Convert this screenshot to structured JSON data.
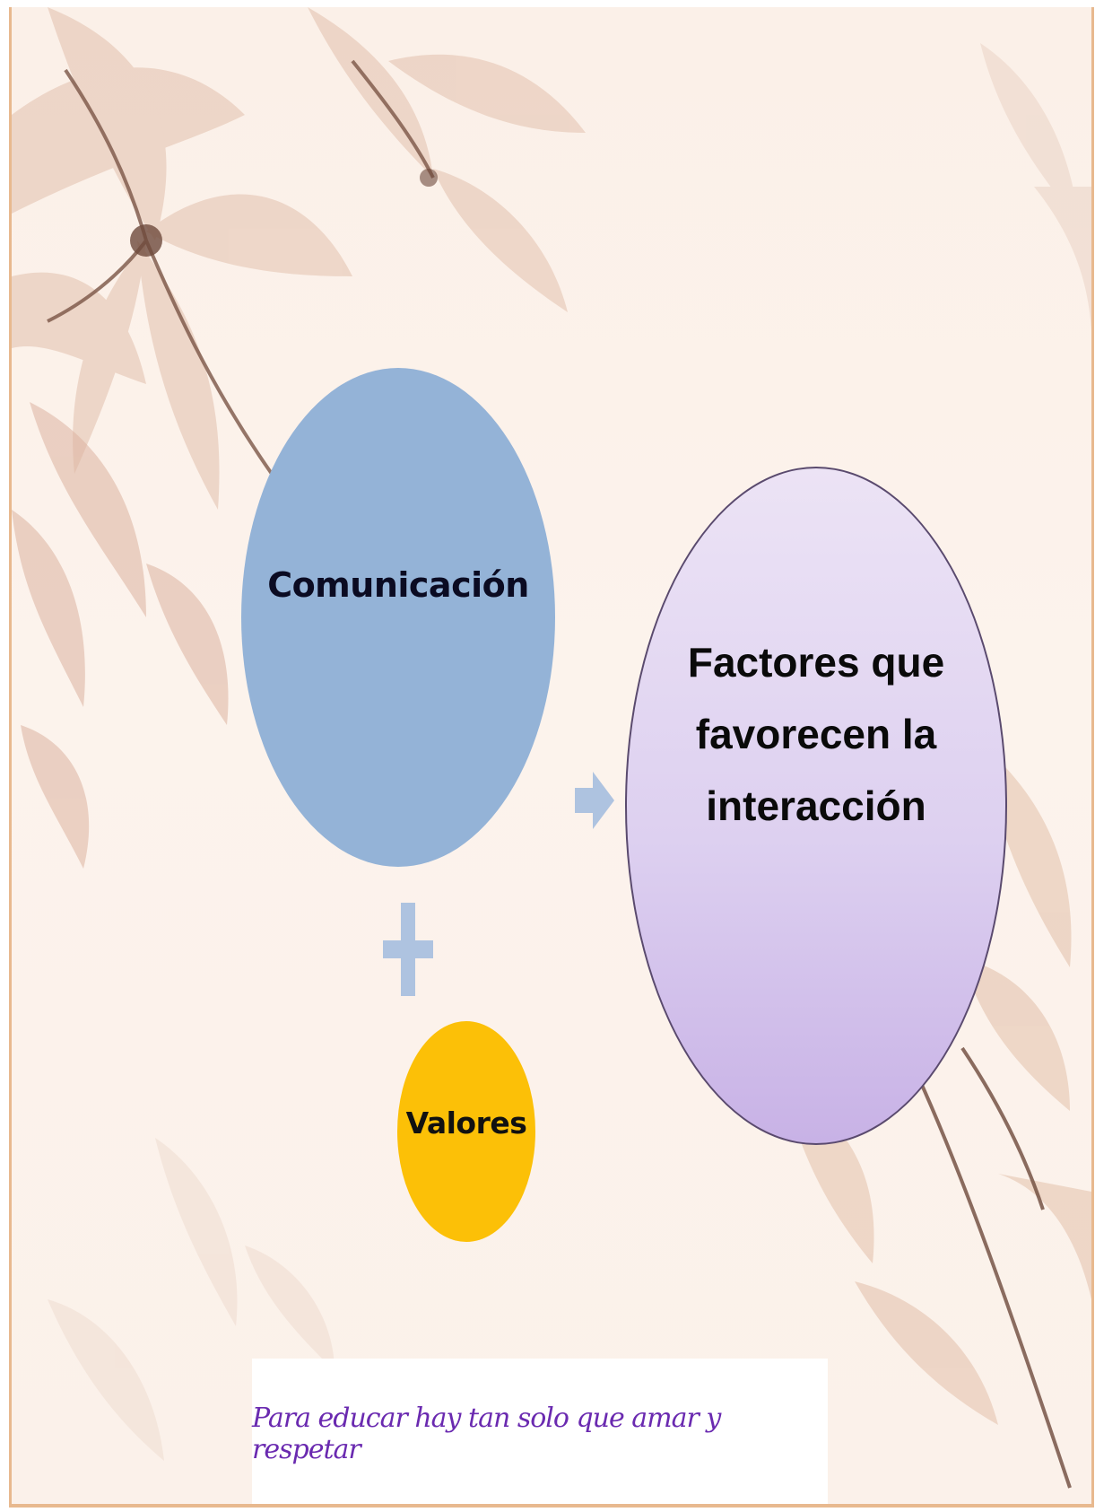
{
  "diagram": {
    "nodes": {
      "comunicacion": "Comunicación",
      "valores": "Valores",
      "factores": "Factores que favorecen la interacción"
    },
    "connectors": {
      "plus": "plus-icon",
      "arrow": "arrow-right-icon"
    },
    "quote": "Para educar hay tan solo que amar y respetar"
  },
  "colors": {
    "comunicacion_fill": "#94b3d7",
    "valores_fill": "#fcc007",
    "factores_fill": "#ddd0f0",
    "connector_fill": "#aec3e0",
    "quote_text": "#6a2ab0",
    "border": "#e8b98f"
  }
}
